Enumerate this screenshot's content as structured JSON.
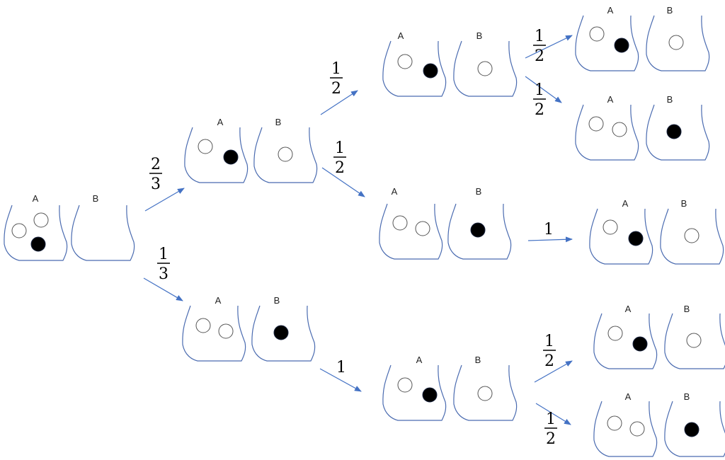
{
  "colors": {
    "cup_outline": "#4a6bb0",
    "arrow": "#4472c4",
    "black_ball": "#000000",
    "white_ball": "#ffffff"
  },
  "nodes": [
    {
      "id": "n0",
      "cups": [
        {
          "label": "A",
          "balls": [
            "white",
            "white",
            "black"
          ]
        },
        {
          "label": "B",
          "balls": []
        }
      ]
    },
    {
      "id": "n1",
      "cups": [
        {
          "label": "A",
          "balls": [
            "white",
            "black"
          ]
        },
        {
          "label": "B",
          "balls": [
            "white"
          ]
        }
      ]
    },
    {
      "id": "n2",
      "cups": [
        {
          "label": "A",
          "balls": [
            "white",
            "white"
          ]
        },
        {
          "label": "B",
          "balls": [
            "black"
          ]
        }
      ]
    },
    {
      "id": "n3",
      "cups": [
        {
          "label": "A",
          "balls": [
            "white",
            "black"
          ]
        },
        {
          "label": "B",
          "balls": [
            "white"
          ]
        }
      ]
    },
    {
      "id": "n4",
      "cups": [
        {
          "label": "A",
          "balls": [
            "white",
            "white"
          ]
        },
        {
          "label": "B",
          "balls": [
            "black"
          ]
        }
      ]
    },
    {
      "id": "n5",
      "cups": [
        {
          "label": "A",
          "balls": [
            "white",
            "black"
          ]
        },
        {
          "label": "B",
          "balls": [
            "white"
          ]
        }
      ]
    },
    {
      "id": "n6",
      "cups": [
        {
          "label": "A",
          "balls": [
            "white",
            "black"
          ]
        },
        {
          "label": "B",
          "balls": [
            "white"
          ]
        }
      ]
    },
    {
      "id": "n7",
      "cups": [
        {
          "label": "A",
          "balls": [
            "white",
            "white"
          ]
        },
        {
          "label": "B",
          "balls": [
            "black"
          ]
        }
      ]
    },
    {
      "id": "n8",
      "cups": [
        {
          "label": "A",
          "balls": [
            "white",
            "black"
          ]
        },
        {
          "label": "B",
          "balls": [
            "white"
          ]
        }
      ]
    },
    {
      "id": "n9",
      "cups": [
        {
          "label": "A",
          "balls": [
            "white",
            "black"
          ]
        },
        {
          "label": "B",
          "balls": [
            "white"
          ]
        }
      ]
    },
    {
      "id": "n10",
      "cups": [
        {
          "label": "A",
          "balls": [
            "white",
            "white"
          ]
        },
        {
          "label": "B",
          "balls": [
            "black"
          ]
        }
      ]
    }
  ],
  "edges": [
    {
      "from": "n0",
      "to": "n1",
      "probability": {
        "numerator": "2",
        "denominator": "3"
      }
    },
    {
      "from": "n0",
      "to": "n2",
      "probability": {
        "numerator": "1",
        "denominator": "3"
      }
    },
    {
      "from": "n1",
      "to": "n3",
      "probability": {
        "numerator": "1",
        "denominator": "2"
      }
    },
    {
      "from": "n1",
      "to": "n4",
      "probability": {
        "numerator": "1",
        "denominator": "2"
      }
    },
    {
      "from": "n2",
      "to": "n5",
      "probability": {
        "whole": "1"
      }
    },
    {
      "from": "n3",
      "to": "n6",
      "probability": {
        "numerator": "1",
        "denominator": "2"
      }
    },
    {
      "from": "n3",
      "to": "n7",
      "probability": {
        "numerator": "1",
        "denominator": "2"
      }
    },
    {
      "from": "n4",
      "to": "n8",
      "probability": {
        "whole": "1"
      }
    },
    {
      "from": "n5",
      "to": "n9",
      "probability": {
        "numerator": "1",
        "denominator": "2"
      }
    },
    {
      "from": "n5",
      "to": "n10",
      "probability": {
        "numerator": "1",
        "denominator": "2"
      }
    }
  ]
}
